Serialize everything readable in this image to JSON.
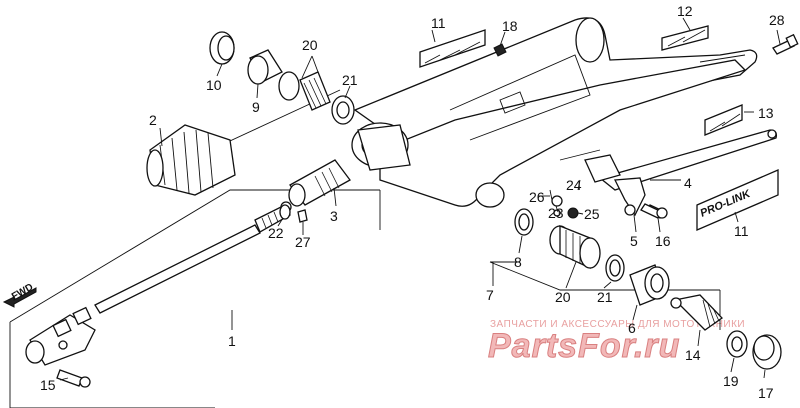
{
  "diagram": {
    "fwd_label": "FWD",
    "callouts": [
      {
        "id": "c1",
        "text": "1"
      },
      {
        "id": "c2",
        "text": "2"
      },
      {
        "id": "c3",
        "text": "3"
      },
      {
        "id": "c4",
        "text": "4"
      },
      {
        "id": "c5",
        "text": "5"
      },
      {
        "id": "c6",
        "text": "6"
      },
      {
        "id": "c7",
        "text": "7"
      },
      {
        "id": "c8",
        "text": "8"
      },
      {
        "id": "c9",
        "text": "9"
      },
      {
        "id": "c10",
        "text": "10"
      },
      {
        "id": "c11a",
        "text": "11"
      },
      {
        "id": "c11b",
        "text": "11"
      },
      {
        "id": "c12",
        "text": "12"
      },
      {
        "id": "c13",
        "text": "13"
      },
      {
        "id": "c14",
        "text": "14"
      },
      {
        "id": "c15",
        "text": "15"
      },
      {
        "id": "c16",
        "text": "16"
      },
      {
        "id": "c17",
        "text": "17"
      },
      {
        "id": "c18",
        "text": "18"
      },
      {
        "id": "c19",
        "text": "19"
      },
      {
        "id": "c20a",
        "text": "20"
      },
      {
        "id": "c20b",
        "text": "20"
      },
      {
        "id": "c21a",
        "text": "21"
      },
      {
        "id": "c21b",
        "text": "21"
      },
      {
        "id": "c22",
        "text": "22"
      },
      {
        "id": "c23",
        "text": "23"
      },
      {
        "id": "c24",
        "text": "24"
      },
      {
        "id": "c25",
        "text": "25"
      },
      {
        "id": "c26",
        "text": "26"
      },
      {
        "id": "c27",
        "text": "27"
      },
      {
        "id": "c28",
        "text": "28"
      }
    ],
    "label_emblem": "PRO-LINK",
    "watermark_sub": "ЗАПЧАСТИ И АКСЕССУАРЫ ДЛЯ МОТОТЕХНИКИ",
    "watermark_main": "PartsFor.ru"
  }
}
